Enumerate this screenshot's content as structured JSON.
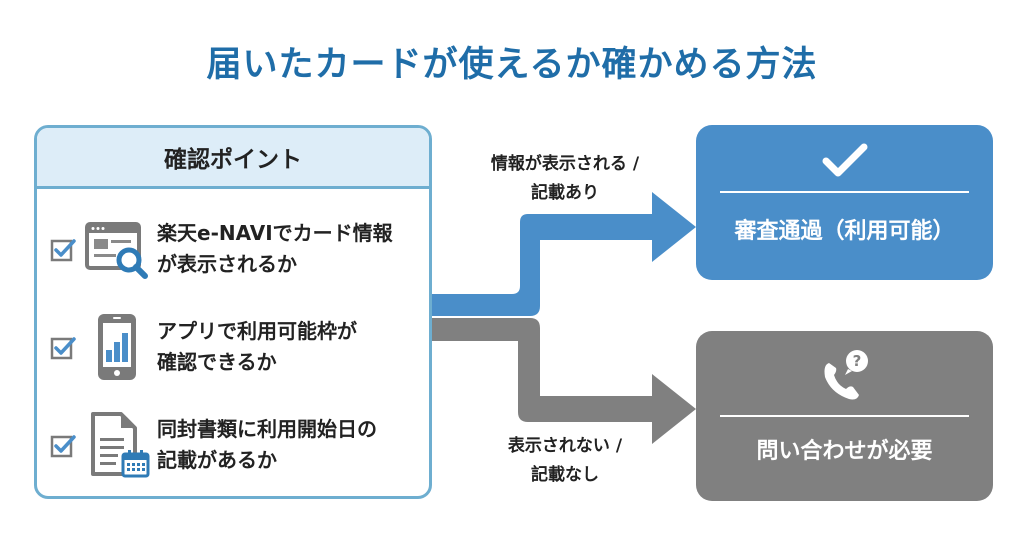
{
  "title": "届いたカードが使えるか確かめる方法",
  "checklist": {
    "header": "確認ポイント",
    "items": [
      {
        "icon": "browser-search-icon",
        "line1": "楽天e-NAVIでカード情報",
        "line2": "が表示されるか"
      },
      {
        "icon": "smartphone-chart-icon",
        "line1": "アプリで利用可能枠が",
        "line2": "確認できるか"
      },
      {
        "icon": "document-calendar-icon",
        "line1": "同封書類に利用開始日の",
        "line2": "記載があるか"
      }
    ]
  },
  "branches": {
    "yes_label_line1": "情報が表示される /",
    "yes_label_line2": "記載あり",
    "no_label_line1": "表示されない /",
    "no_label_line2": "記載なし"
  },
  "results": {
    "ok": {
      "icon": "checkmark-icon",
      "label": "審査通過（利用可能）"
    },
    "ng": {
      "icon": "phone-question-icon",
      "label": "問い合わせが必要"
    }
  },
  "colors": {
    "title": "#1f6da8",
    "accent_blue": "#4a8ec9",
    "neutral_gray": "#808080",
    "panel_border": "#6eaed0",
    "panel_header_bg": "#ddedf8"
  }
}
